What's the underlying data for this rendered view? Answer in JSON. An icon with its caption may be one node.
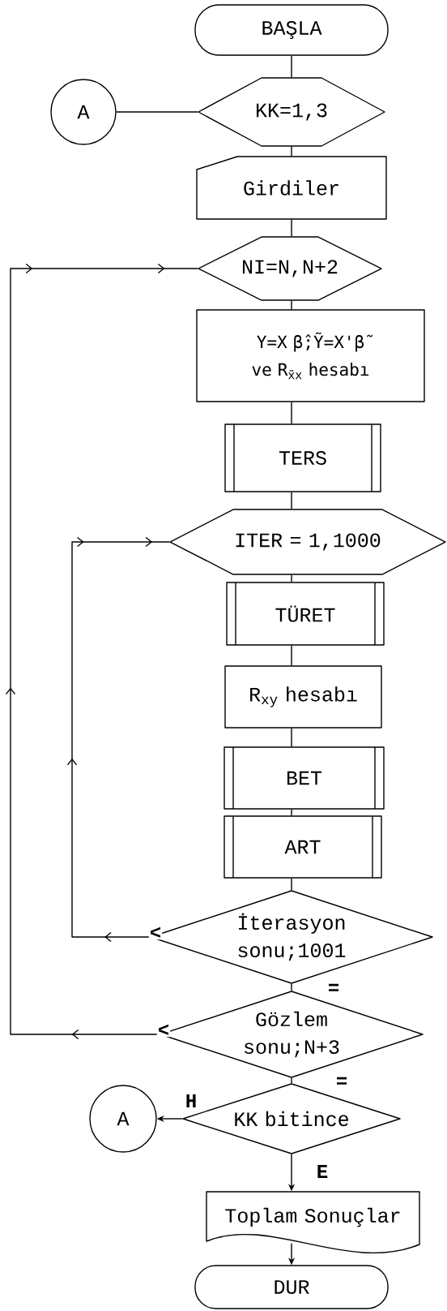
{
  "diagram": {
    "nodes": [
      {
        "text": [
          "BAŞLA"
        ]
      },
      {
        "text": [
          "A"
        ]
      },
      {
        "text": [
          "KK=1,3"
        ]
      },
      {
        "text": [
          "Girdiler"
        ]
      },
      {
        "text": [
          "NI=N,N+2"
        ]
      },
      {
        "text": [
          "Y=X β̂;Ỹ=X'β̃ ve R$_{x̃x}$ hesabı"
        ]
      },
      {
        "text": [
          "TERS"
        ]
      },
      {
        "text": [
          "ITER = 1,1000"
        ]
      },
      {
        "text": [
          "TÜRET"
        ]
      },
      {
        "text": [
          "R$_{xy}$ hesabı"
        ]
      },
      {
        "text": [
          "BET"
        ]
      },
      {
        "text": [
          "ART"
        ]
      },
      {
        "text": [
          "İterasyon sonu;1001"
        ]
      },
      {
        "text": [
          "Gözlem sonu;N+3"
        ]
      },
      {
        "text": [
          "KK bitince"
        ]
      },
      {
        "text": [
          "A"
        ]
      },
      {
        "text": [
          "Toplam Sonuçlar"
        ]
      },
      {
        "text": [
          "DUR"
        ]
      }
    ],
    "edges": [
      {
        "from": 0,
        "to": 2,
        "arrow": "none"
      },
      {
        "from": 1,
        "to": 2,
        "arrow": "none"
      },
      {
        "from": 2,
        "to": 3,
        "arrow": "none"
      },
      {
        "from": 3,
        "to": 4,
        "arrow": "none"
      },
      {
        "from": 4,
        "to": 5,
        "arrow": "none"
      },
      {
        "from": 5,
        "to": 6,
        "arrow": "none"
      },
      {
        "from": 6,
        "to": 7,
        "arrow": "none"
      },
      {
        "from": 7,
        "to": 8,
        "arrow": "none"
      },
      {
        "from": 8,
        "to": 9,
        "arrow": "none"
      },
      {
        "from": 9,
        "to": 10,
        "arrow": "none"
      },
      {
        "from": 10,
        "to": 11,
        "arrow": "none"
      },
      {
        "from": 11,
        "to": 12,
        "arrow": "none"
      },
      {
        "from": 12,
        "to": 13,
        "arrow": "none",
        "label": "="
      },
      {
        "from": 13,
        "to": 14,
        "arrow": "none",
        "label": "="
      },
      {
        "from": 14,
        "to": 15,
        "arrow": "to",
        "label": "H"
      },
      {
        "from": 14,
        "to": 16,
        "arrow": "to",
        "label": "E"
      },
      {
        "from": 16,
        "to": 17,
        "arrow": "to"
      },
      {
        "from": 12,
        "to": 7,
        "arrow": "to",
        "label": "<"
      },
      {
        "from": 13,
        "to": 4,
        "arrow": "to",
        "label": "<"
      }
    ]
  }
}
